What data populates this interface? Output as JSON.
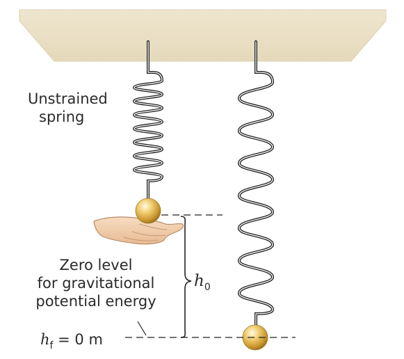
{
  "labels": {
    "unstrained_line1": "Unstrained",
    "unstrained_line2": "spring",
    "zero_line1": "Zero level",
    "zero_line2": "for gravitational",
    "zero_line3": "potential energy",
    "h0_symbol": "h",
    "h0_sub": "0",
    "hf_symbol": "h",
    "hf_sub": "f",
    "hf_value": " = 0 m"
  },
  "colors": {
    "ceiling": "#ebe1c9",
    "ceiling_edge": "#e3d7b9",
    "spring_dark": "#1a1a1a",
    "spring_light": "#d8d8d8",
    "ball": "#e3b84a",
    "hand": "#f2cfae"
  }
}
